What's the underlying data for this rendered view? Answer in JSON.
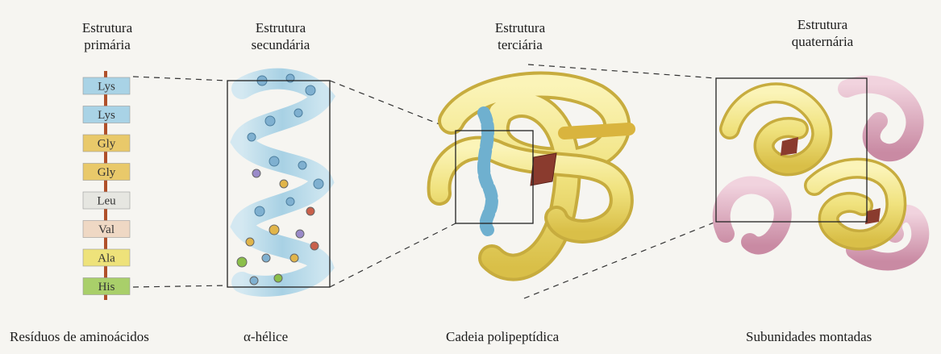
{
  "stages": [
    {
      "heading_line1": "Estrutura",
      "heading_line2": "primária",
      "caption": "Resíduos de aminoácidos"
    },
    {
      "heading_line1": "Estrutura",
      "heading_line2": "secundária",
      "caption": "α-hélice"
    },
    {
      "heading_line1": "Estrutura",
      "heading_line2": "terciária",
      "caption": "Cadeia polipeptídica"
    },
    {
      "heading_line1": "Estrutura",
      "heading_line2": "quaternária",
      "caption": "Subunidades montadas"
    }
  ],
  "residues": [
    {
      "label": "Lys",
      "color": "#a9d3e6"
    },
    {
      "label": "Lys",
      "color": "#a9d3e6"
    },
    {
      "label": "Gly",
      "color": "#e9c96a"
    },
    {
      "label": "Gly",
      "color": "#e9c96a"
    },
    {
      "label": "Leu",
      "color": "#e6e6e1"
    },
    {
      "label": "Val",
      "color": "#efd8c4"
    },
    {
      "label": "Ala",
      "color": "#eee27a"
    },
    {
      "label": "His",
      "color": "#a9cf6a"
    }
  ],
  "colors": {
    "backbone": "#b0502a",
    "helix": "#8ec5e0",
    "tertiary": "#f0e27e",
    "quaternary_pink": "#d9a4b8",
    "heme": "#8a3b2e"
  }
}
